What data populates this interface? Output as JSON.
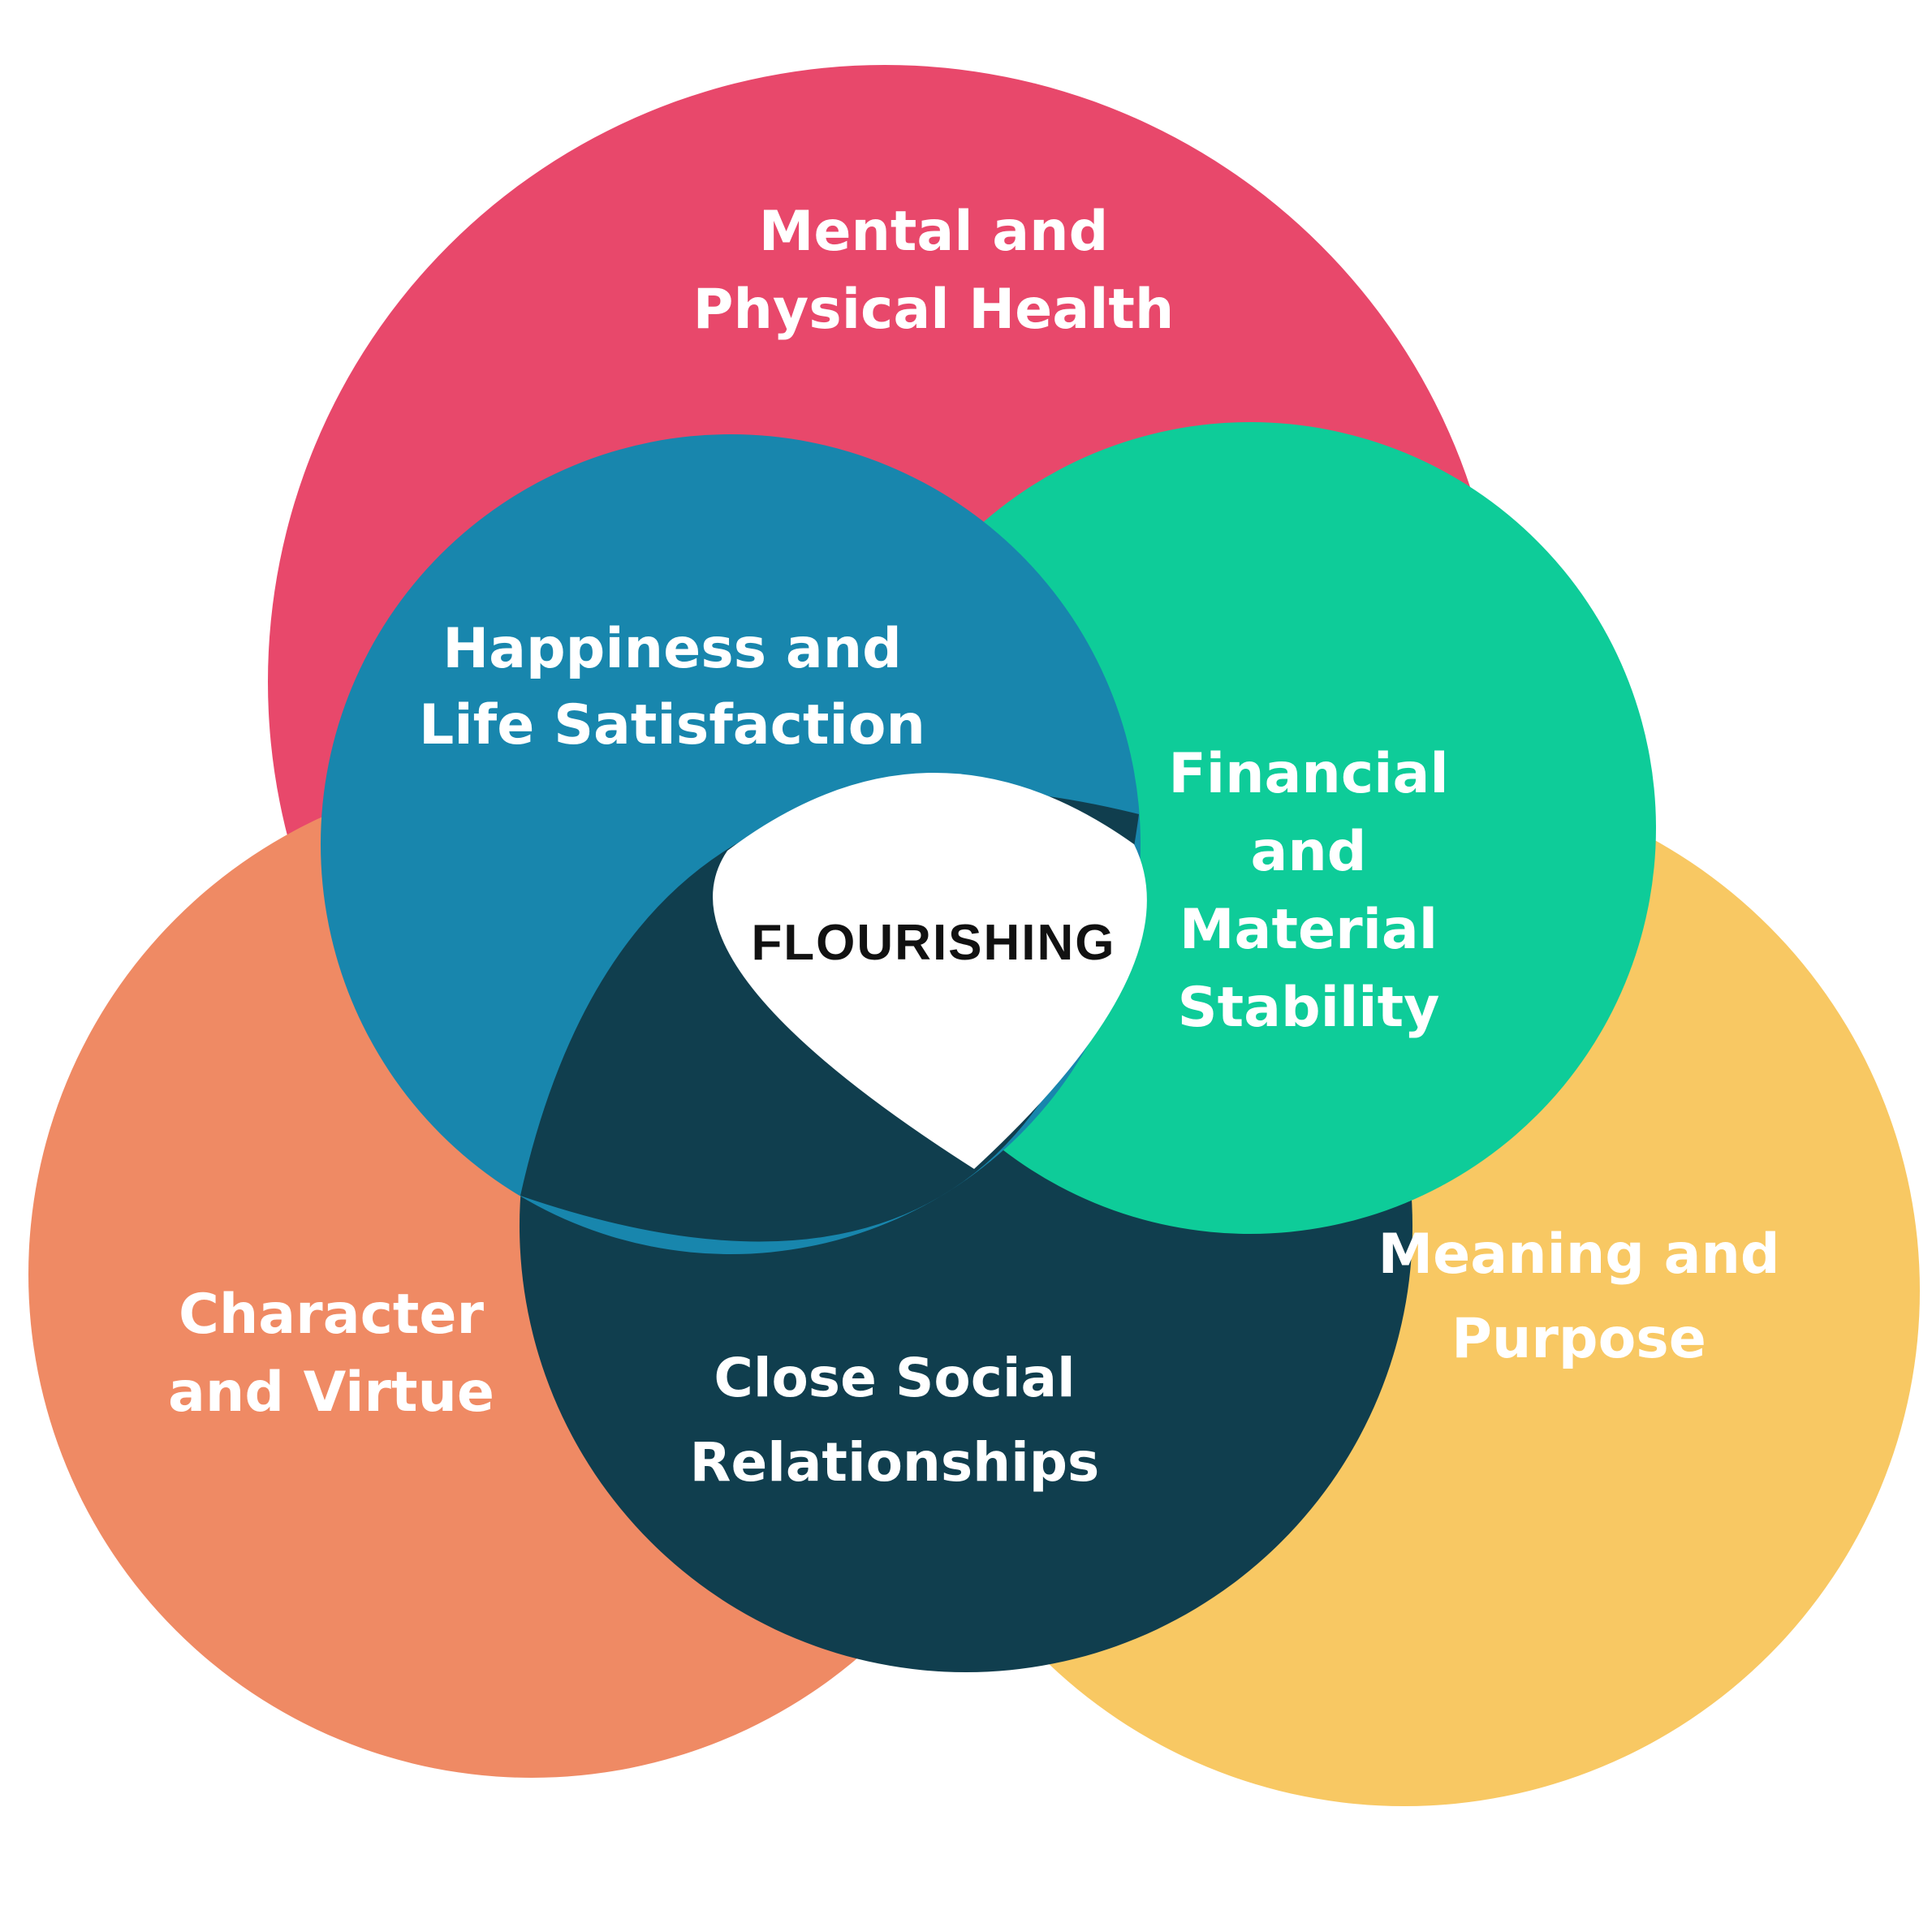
{
  "center": {
    "label": "FLOURISHING",
    "bg_color": "#FFFFFF",
    "text_color": "#111111"
  },
  "regions": {
    "health": {
      "line1": "Mental and",
      "line2": "Physical Health",
      "color": "#E8486B",
      "text_color": "#FFFFFF"
    },
    "happiness": {
      "line1": "Happiness and",
      "line2": "Life Satisfaction",
      "color": "#1886AD",
      "text_color": "#FFFFFF"
    },
    "financial": {
      "line1": "Financial",
      "line2": "and",
      "line3": "Material",
      "line4": "Stability",
      "color": "#0ECC99",
      "text_color": "#FFFFFF"
    },
    "character": {
      "line1": "Character",
      "line2": "and Virtue",
      "color": "#EF8A64",
      "text_color": "#FFFFFF"
    },
    "social": {
      "line1": "Close Social",
      "line2": "Relationships",
      "color": "#103E4E",
      "text_color": "#FFFFFF"
    },
    "meaning": {
      "line1": "Meaning and",
      "line2": "Purpose",
      "color": "#F8C863",
      "text_color": "#FFFFFF"
    }
  }
}
